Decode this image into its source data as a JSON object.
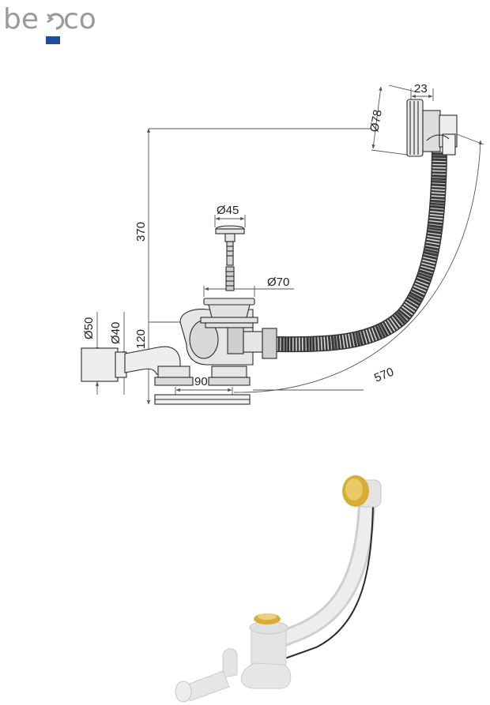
{
  "brand": {
    "logo_left": "be",
    "logo_right": "co",
    "accent_color": "#1f4e9c",
    "text_color": "#9a9a9a"
  },
  "dimensions": {
    "overflow_diameter": "Ø78",
    "overflow_depth": "23",
    "stopper_diameter": "Ø45",
    "drain_flange_diameter": "Ø70",
    "outlet_outer_diameter": "Ø50",
    "outlet_inner_diameter": "Ø40",
    "overall_height": "370",
    "trap_height": "120",
    "trap_offset": "90",
    "horizontal_length": "570"
  },
  "colors": {
    "line": "#2a2a2a",
    "dimension_line": "#555555",
    "fitting_fill": "#e8e8e8",
    "gold": "#d7ad38",
    "pipe_white": "#e9e9e9"
  }
}
